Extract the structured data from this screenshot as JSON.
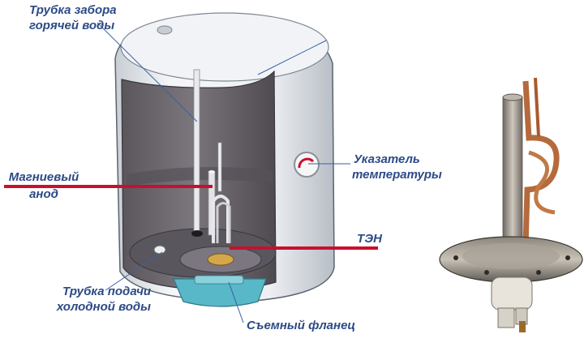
{
  "labels": {
    "hot_pipe": {
      "line1": "Трубка забора",
      "line2": "горячей воды"
    },
    "anode": {
      "line1": "Магниевый",
      "line2": "анод"
    },
    "thermometer": {
      "line1": "Указатель",
      "line2": "температуры"
    },
    "heater": {
      "text": "ТЭН"
    },
    "cold_pipe": {
      "line1": "Трубка подачи",
      "line2": "холодной воды"
    },
    "flange": {
      "text": "Съемный фланец"
    }
  },
  "colors": {
    "label_text": "#2c4a86",
    "leader_red": "#c8102e",
    "leader_blue": "#3a5fa8",
    "tank_shell": "#eef1f4",
    "tank_inner": "#6d6970",
    "flange_teal": "#58b8c8",
    "copper": "#b46a3c",
    "steel": "#9a948c"
  },
  "icons": [
    "water-heater-cutaway",
    "heating-element-photo"
  ]
}
